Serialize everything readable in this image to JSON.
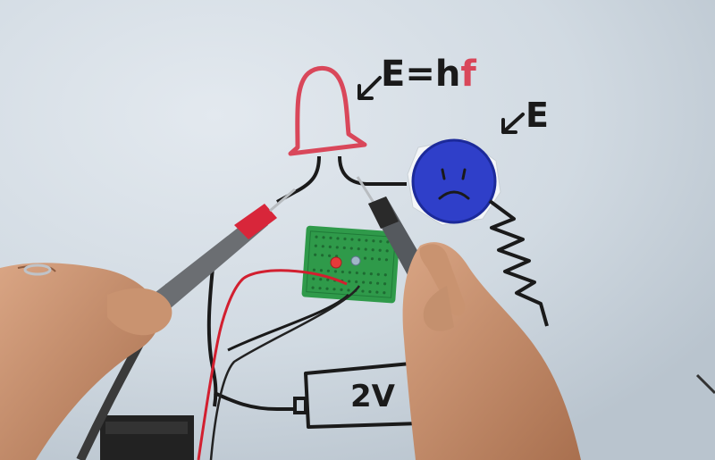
{
  "annotations": {
    "led_label_prefix": "E=h",
    "led_label_suffix": "f",
    "bulb_label": "E",
    "battery_label": "2V"
  },
  "colors": {
    "whiteboard": "#d6dee6",
    "marker_black": "#1a1a1a",
    "marker_red": "#d9475a",
    "bulb_blue": "#2f3fc9",
    "breadboard_green": "#2f9a4a",
    "probe_red": "#d8263a",
    "skin": "#c08a6a"
  }
}
